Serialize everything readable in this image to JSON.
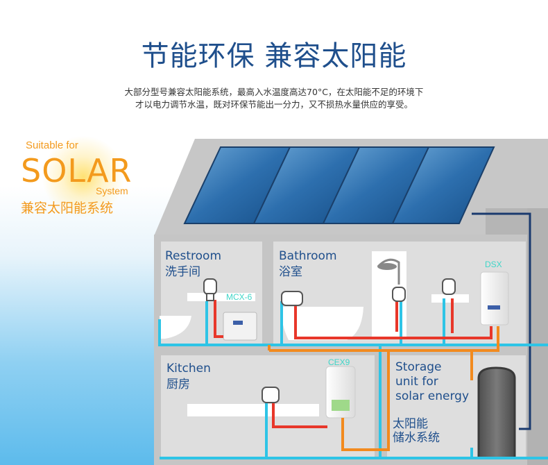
{
  "header": {
    "title": "节能环保 兼容太阳能",
    "desc_line1": "大部分型号兼容太阳能系统，最高入水温度高达70°C，在太阳能不足的环境下",
    "desc_line2": "才以电力调节水温，既对环保节能出一分力，又不损热水量供应的享受。"
  },
  "logo": {
    "suitable": "Suitable for",
    "solar": "SOLAR",
    "system": "System",
    "chinese": "兼容太阳能系统"
  },
  "rooms": {
    "restroom_en": "Restroom",
    "restroom_cn": "洗手间",
    "bathroom_en": "Bathroom",
    "bathroom_cn": "浴室",
    "kitchen_en": "Kitchen",
    "kitchen_cn": "厨房",
    "storage_en_1": "Storage",
    "storage_en_2": "unit for",
    "storage_en_3": "solar energy",
    "storage_cn_1": "太阳能",
    "storage_cn_2": "储水系统"
  },
  "devices": {
    "mcx": "MCX-6",
    "dsx": "DSX",
    "cex": "CEX9"
  },
  "colors": {
    "title": "#1f4f8c",
    "accent": "#f39a1d",
    "cold_pipe": "#2ec4e6",
    "hot_pipe": "#e8372a",
    "warm_pipe": "#f28a1e",
    "device_label": "#3fd6c8"
  }
}
